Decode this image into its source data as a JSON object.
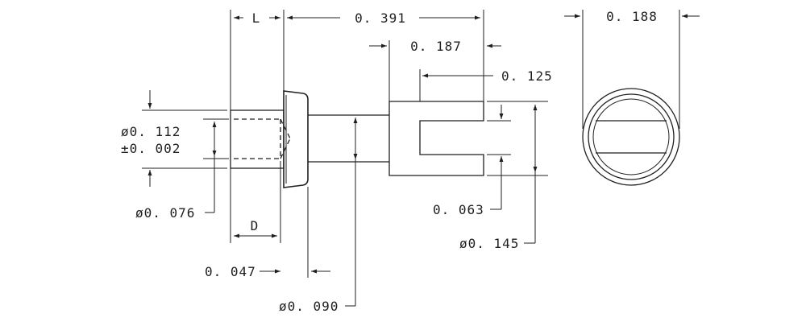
{
  "labels": {
    "L": "L",
    "D": "D",
    "dim_0391": "0. 391",
    "dim_0187": "0. 187",
    "dim_0125": "0. 125",
    "dim_0188": "0. 188",
    "dia_0112": "ø0. 112",
    "tol_0002": "±0. 002",
    "dia_0076": "ø0. 076",
    "dim_0047": "0. 047",
    "dia_0090": "ø0. 090",
    "dim_0063": "0. 063",
    "dia_0145": "ø0. 145"
  }
}
